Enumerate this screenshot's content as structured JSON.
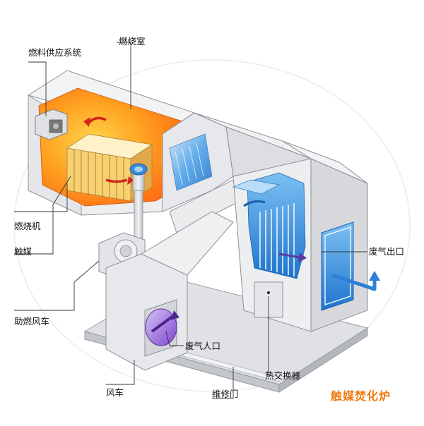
{
  "diagram": {
    "title": "触媒焚化炉",
    "labels": {
      "fuel_supply": "燃料供应系统",
      "combustion_chamber": "燃烧室",
      "burner": "燃烧机",
      "catalyst": "触媒",
      "combustion_fan": "助燃风车",
      "exhaust_outlet": "废气出口",
      "exhaust_inlet": "废气人口",
      "fan": "风车",
      "maintenance_door": "维修门",
      "heat_exchanger": "热交换器"
    },
    "colors": {
      "title": "#f07a10",
      "flame_hot": "#ff7a12",
      "flame_warm": "#ffd24a",
      "cool_blue": "#2f8fe0",
      "casing": "#e9eaec",
      "casing_shadow": "#c9cbcf",
      "inlet_purple": "#8a5ad8",
      "outlet_arrow": "#2d7fd6"
    }
  }
}
